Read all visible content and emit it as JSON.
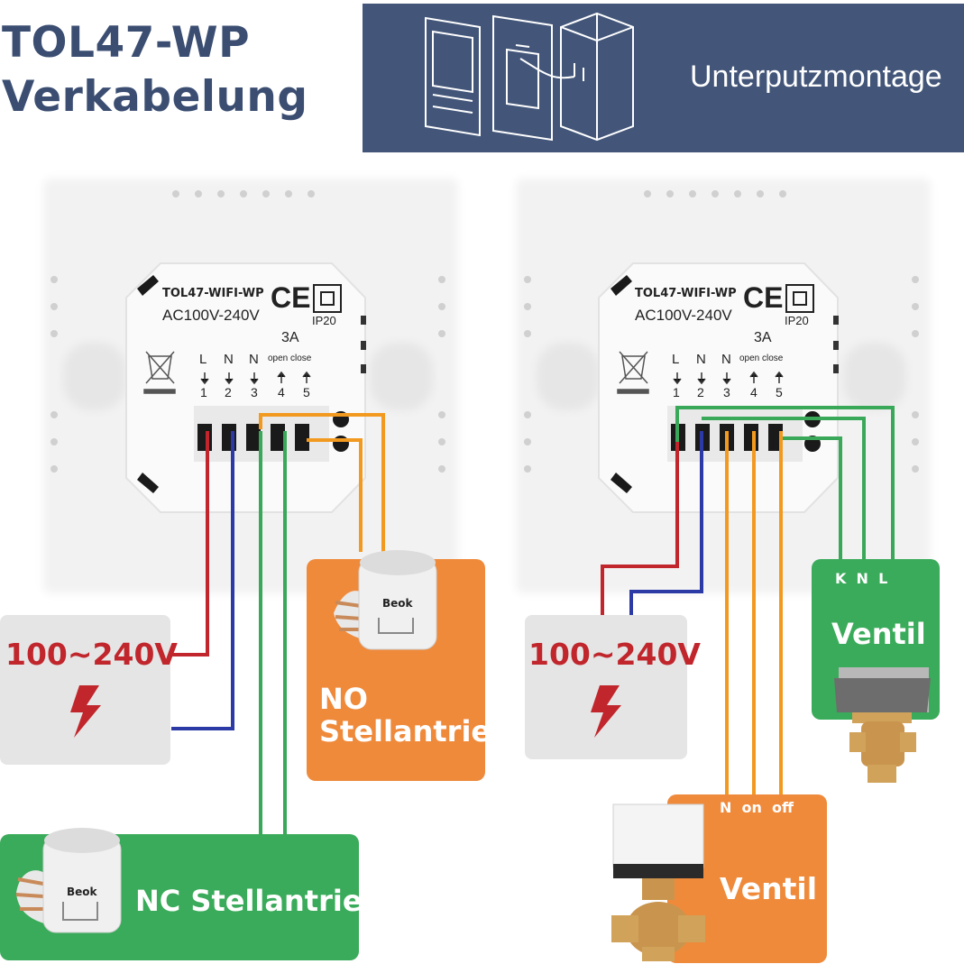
{
  "title_line1": "TOL47-WP",
  "title_line2": "Verkabelung",
  "banner_text": "Unterputzmontage",
  "module": {
    "model": "TOL47-WIFI-WP",
    "voltage": "AC100V-240V",
    "ce": "CE",
    "ip": "IP20",
    "current": "3A",
    "terminal_letters": [
      "L",
      "N",
      "N"
    ],
    "terminal_numbers": [
      "1",
      "2",
      "3",
      "4",
      "5"
    ],
    "open_close": "open close"
  },
  "left": {
    "power_label": "100~240V",
    "no_label_1": "NO",
    "no_label_2": "Stellantrieb",
    "nc_label": "NC Stellantrieb",
    "actuator_brand": "Beok"
  },
  "right": {
    "power_label": "100~240V",
    "valve_knl": "K  N  L",
    "valve_green_label": "Ventil",
    "valve_orange_terminals": "N  on  off",
    "valve_orange_label": "Ventil"
  },
  "colors": {
    "title": "#3b4e72",
    "banner": "#435679",
    "red_wire": "#c0262c",
    "blue_wire": "#2b3aa5",
    "green_wire": "#3aa859",
    "orange_wire": "#f29a20",
    "orange_box": "#ef8a3b",
    "green_box": "#3aab5a",
    "power_box": "#e5e5e5"
  }
}
